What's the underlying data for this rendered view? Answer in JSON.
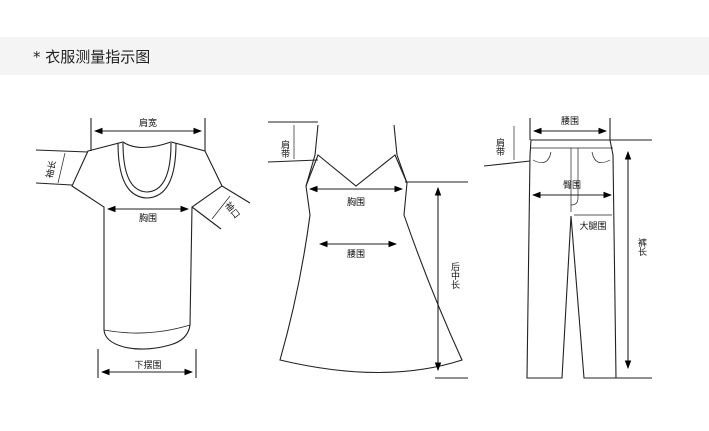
{
  "title": "* 衣服测量指示图",
  "tshirt": {
    "shoulder": "肩宽",
    "sleeve": "袖长",
    "cuff": "袖口",
    "chest": "胸围",
    "hem": "下摆围"
  },
  "dress": {
    "strap": "肩带",
    "chest": "胸围",
    "waist": "腰围",
    "length": "后中长"
  },
  "pants": {
    "strap": "肩带",
    "waist": "腰围",
    "hip": "臀围",
    "thigh": "大腿围",
    "length": "裤长"
  }
}
